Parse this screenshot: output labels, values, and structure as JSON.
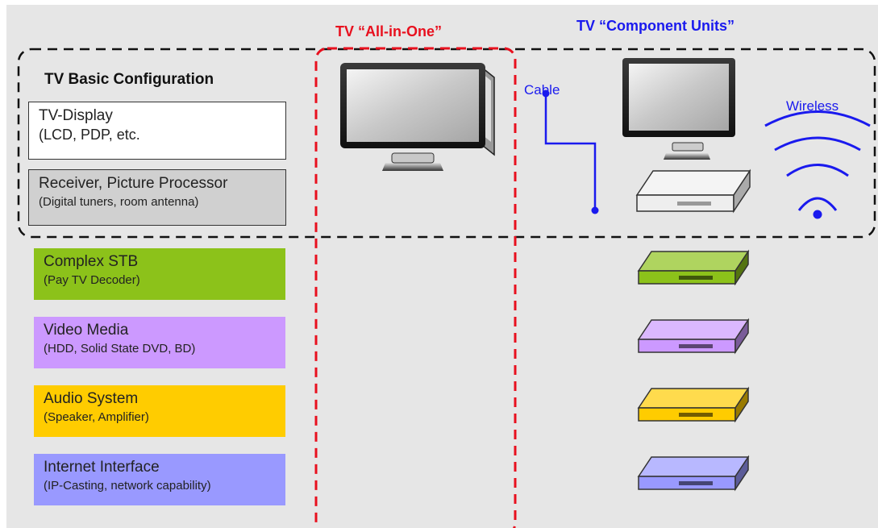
{
  "headers": {
    "all_in_one": "TV “All-in-One”",
    "component_units": "TV “Component Units”"
  },
  "basic_config": {
    "title": "TV Basic Configuration",
    "display": {
      "line1": "TV-Display",
      "line2": "(LCD, PDP, etc."
    },
    "receiver": {
      "line1": "Receiver, Picture Processor",
      "line2": "(Digital tuners, room antenna)"
    }
  },
  "components": [
    {
      "line1": "Complex STB",
      "line2": "(Pay TV Decoder)",
      "color": "#8cc21a"
    },
    {
      "line1": "Video Media",
      "line2": "(HDD, Solid State DVD, BD)",
      "color": "#cc99ff"
    },
    {
      "line1": "Audio System",
      "line2": "(Speaker, Amplifier)",
      "color": "#ffcc00"
    },
    {
      "line1": "Internet Interface",
      "line2": "(IP-Casting, network capability)",
      "color": "#9999ff"
    }
  ],
  "connections": {
    "cable": "Cable",
    "wireless": "Wireless"
  },
  "colors": {
    "all_in_one_accent": "#e8101e",
    "component_accent": "#1a1aee",
    "basic_box_border": "#222222",
    "receiver_fill": "#d0d0d0"
  }
}
